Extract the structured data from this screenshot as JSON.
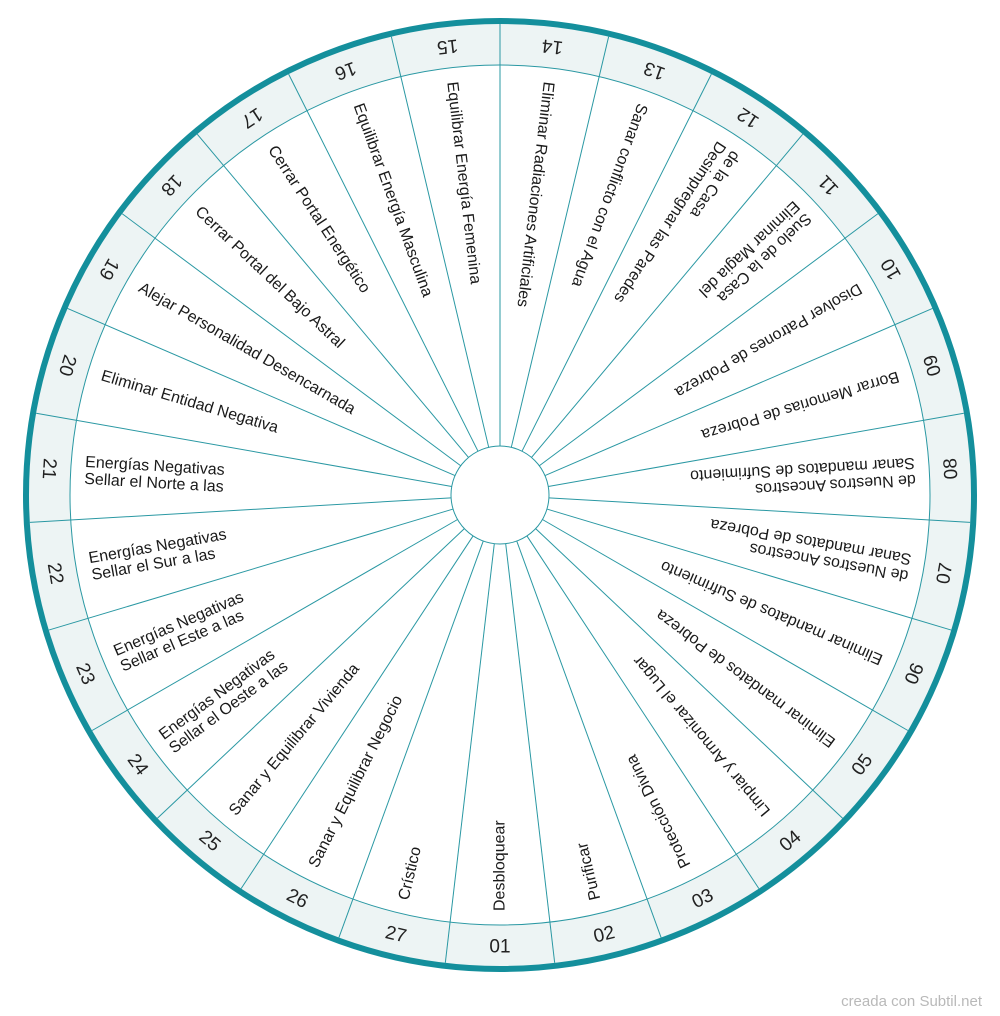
{
  "colors": {
    "ring_border": "#148f9c",
    "band_fill": "#edf4f4",
    "divider": "#2a98a3",
    "text": "#1a1a1a"
  },
  "sectors": [
    {
      "num": "01",
      "label": [
        "Desbloquear"
      ]
    },
    {
      "num": "27",
      "label": [
        "Crístico"
      ]
    },
    {
      "num": "26",
      "label": [
        "Sanar y Equilibrar Negocio"
      ]
    },
    {
      "num": "25",
      "label": [
        "Sanar y Equilibrar Vivienda"
      ]
    },
    {
      "num": "24",
      "label": [
        "Sellar el Oeste a las",
        "Energías Negativas"
      ]
    },
    {
      "num": "23",
      "label": [
        "Sellar el Este a las",
        "Energías Negativas"
      ]
    },
    {
      "num": "22",
      "label": [
        "Sellar el Sur a las",
        "Energías Negativas"
      ]
    },
    {
      "num": "21",
      "label": [
        "Sellar el Norte a las",
        "Energías Negativas"
      ]
    },
    {
      "num": "20",
      "label": [
        "Eliminar Entidad Negativa"
      ]
    },
    {
      "num": "19",
      "label": [
        "Alejar Personalidad Desencarnada"
      ]
    },
    {
      "num": "18",
      "label": [
        "Cerrar Portal del Bajo Astral"
      ]
    },
    {
      "num": "17",
      "label": [
        "Cerrar Portal Energético"
      ]
    },
    {
      "num": "16",
      "label": [
        "Equilibrar Energía Masculina"
      ]
    },
    {
      "num": "15",
      "label": [
        "Equilibrar Energía Femenina"
      ]
    },
    {
      "num": "14",
      "label": [
        "Eliminar Radiaciones Artificiales"
      ]
    },
    {
      "num": "13",
      "label": [
        "Sanar conflicto con el Agua"
      ]
    },
    {
      "num": "12",
      "label": [
        "Desimpregnar las Paredes",
        "de la Casa"
      ]
    },
    {
      "num": "11",
      "label": [
        "Eliminar Magia del",
        "Suelo de la Casa"
      ]
    },
    {
      "num": "10",
      "label": [
        "Disolver Patrones de Pobreza"
      ]
    },
    {
      "num": "09",
      "label": [
        "Borrar Memorias de Pobreza"
      ]
    },
    {
      "num": "08",
      "label": [
        "Sanar mandatos de Sufrimiento",
        "de Nuestros Ancestros"
      ]
    },
    {
      "num": "07",
      "label": [
        "Sanar mandatos de Pobreza",
        "de Nuestros Ancestros"
      ]
    },
    {
      "num": "06",
      "label": [
        "Eliminar mandatos de Sufrimiento"
      ]
    },
    {
      "num": "05",
      "label": [
        "Eliminar mandatos de Pobreza"
      ]
    },
    {
      "num": "04",
      "label": [
        "Limpiar y Armonizar el Lugar"
      ]
    },
    {
      "num": "03",
      "label": [
        "Protección Divina"
      ]
    },
    {
      "num": "02",
      "label": [
        "Purificar"
      ]
    }
  ],
  "footer": {
    "credit": "creada con Subtil.net"
  }
}
